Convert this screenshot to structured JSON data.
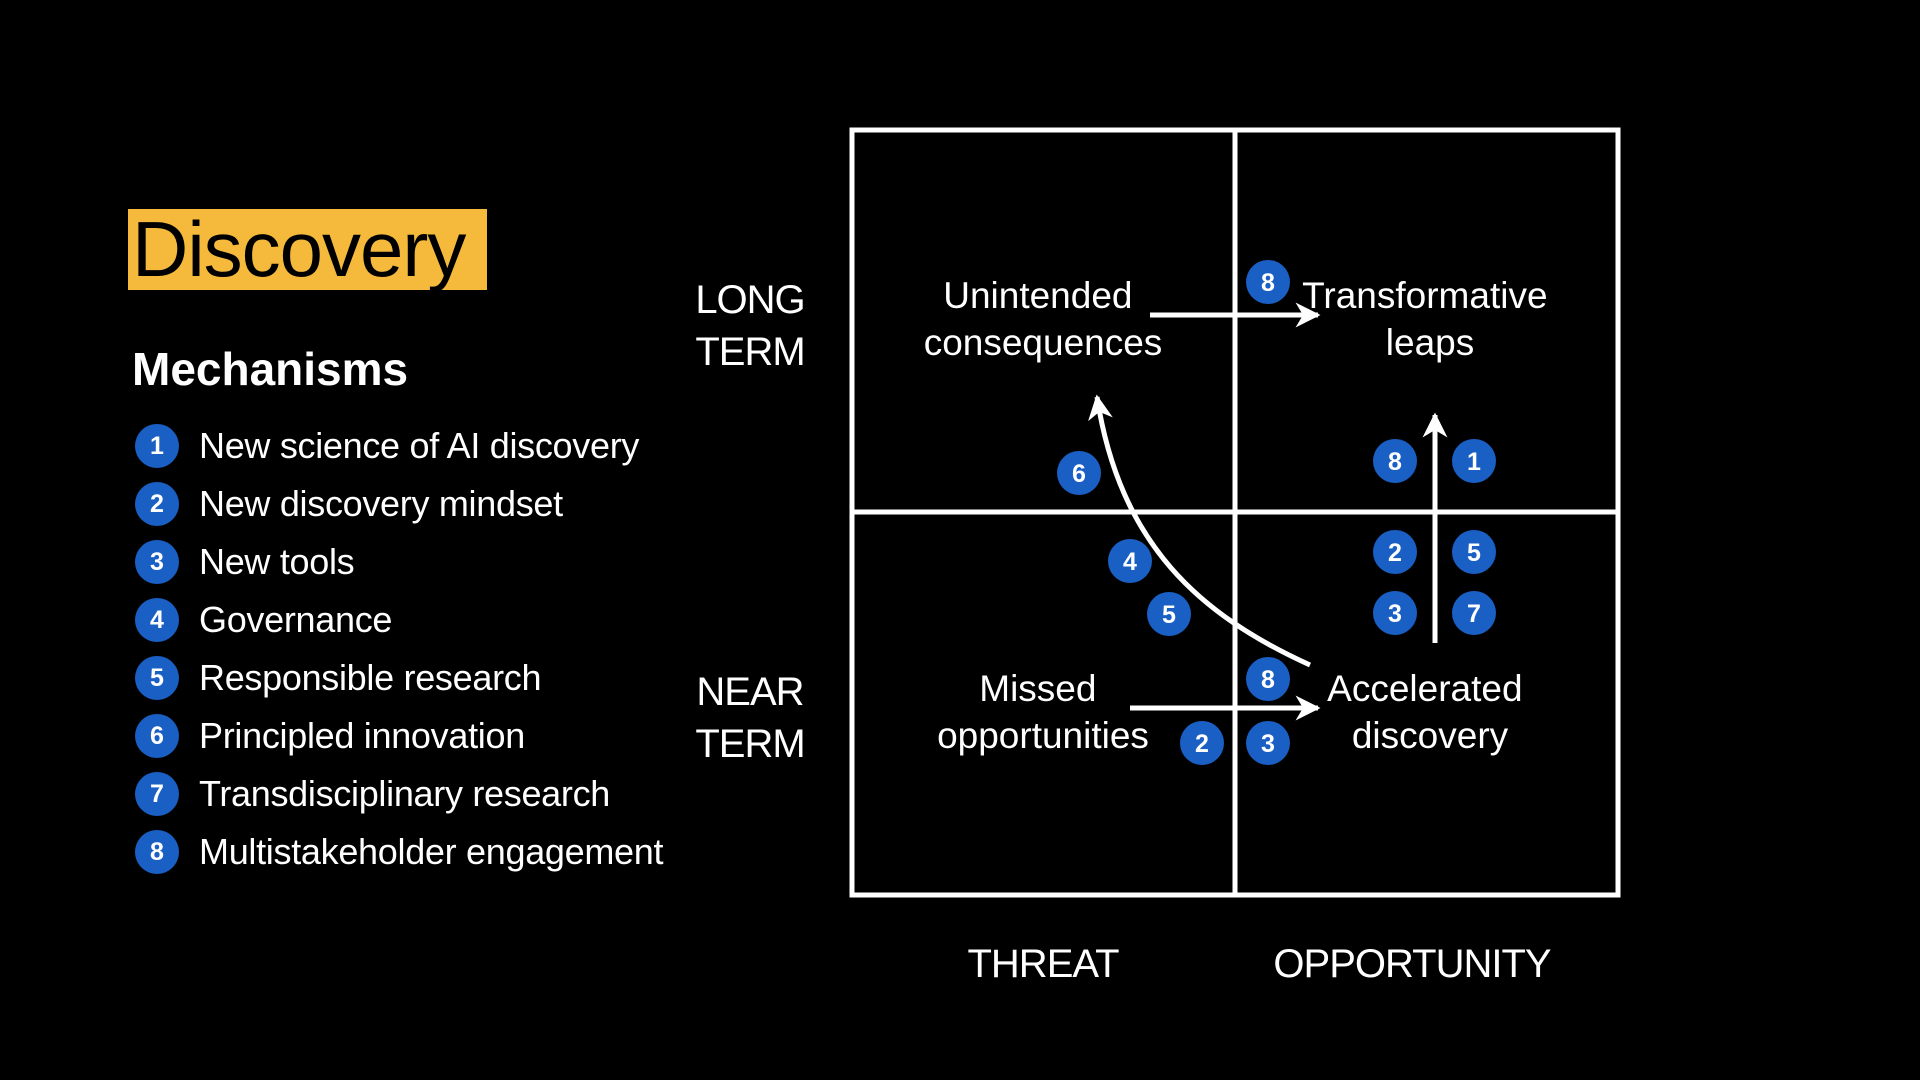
{
  "title": "Discovery",
  "mechanisms_heading": "Mechanisms",
  "mechanisms": [
    {
      "num": "1",
      "label": "New science of AI discovery"
    },
    {
      "num": "2",
      "label": "New discovery mindset"
    },
    {
      "num": "3",
      "label": "New tools"
    },
    {
      "num": "4",
      "label": "Governance"
    },
    {
      "num": "5",
      "label": "Responsible research"
    },
    {
      "num": "6",
      "label": "Principled innovation"
    },
    {
      "num": "7",
      "label": "Transdisciplinary research"
    },
    {
      "num": "8",
      "label": "Multistakeholder engagement"
    }
  ],
  "axes": {
    "long_term": [
      "LONG",
      "TERM"
    ],
    "near_term": [
      "NEAR",
      "TERM"
    ],
    "threat": "THREAT",
    "opportunity": "OPPORTUNITY"
  },
  "quadrants": {
    "top_left": [
      "Unintended",
      "consequences"
    ],
    "top_right": [
      "Transformative",
      "leaps"
    ],
    "bottom_left": [
      "Missed",
      "opportunities"
    ],
    "bottom_right": [
      "Accelerated",
      "discovery"
    ]
  },
  "badges": {
    "top_arrow": [
      "8"
    ],
    "vertical_arrow": [
      "8",
      "1",
      "2",
      "5",
      "3",
      "7"
    ],
    "curved_arrow": [
      "6",
      "4",
      "5"
    ],
    "bottom_arrow": [
      "8",
      "2",
      "3"
    ]
  },
  "colors": {
    "accent": "#f5b93b",
    "badge": "#1a5fc4",
    "background": "#000000",
    "text": "#ffffff"
  }
}
